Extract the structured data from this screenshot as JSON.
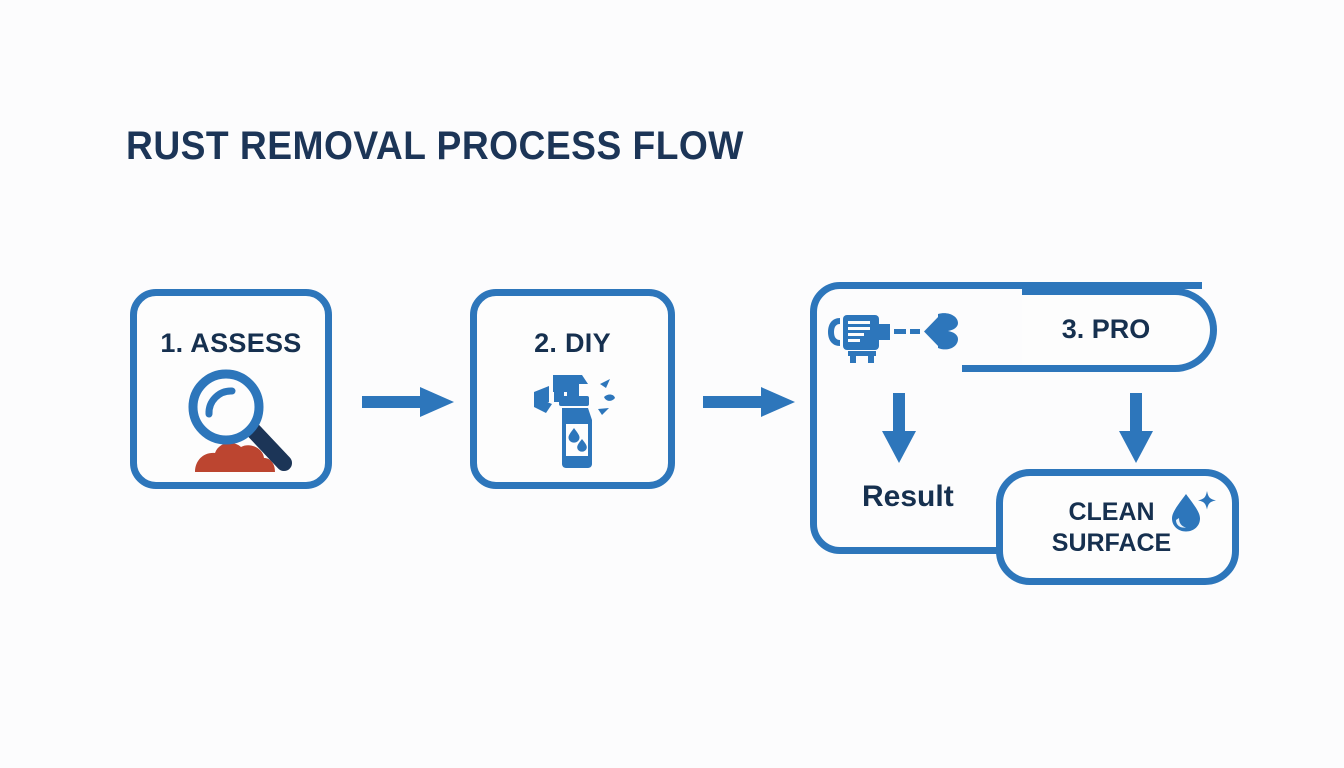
{
  "page": {
    "title": "RUST REMOVAL PROCESS FLOW",
    "background_color": "#fcfcfd",
    "accent_blue": "#2d76bb",
    "navy": "#16304f",
    "title_navy": "#1c3557",
    "rust_color": "#bc4530"
  },
  "steps": [
    {
      "id": "assess",
      "label": "1. ASSESS",
      "icon": "magnifier-over-rust-icon"
    },
    {
      "id": "diy",
      "label": "2. DIY",
      "icon": "spray-bottle-icon"
    },
    {
      "id": "pro",
      "label": "3. PRO",
      "icon": "grinder-wire-wheel-icon"
    }
  ],
  "connectors": {
    "arrow_1": "arrow-right-icon",
    "arrow_2": "arrow-right-icon",
    "arrow_down_left": "arrow-down-icon",
    "arrow_down_right": "arrow-down-icon"
  },
  "outcome": {
    "result_label": "Result",
    "clean_surface_line_1": "CLEAN",
    "clean_surface_line_2": "SURFACE",
    "clean_surface_icon": "water-drop-sparkle-icon"
  }
}
